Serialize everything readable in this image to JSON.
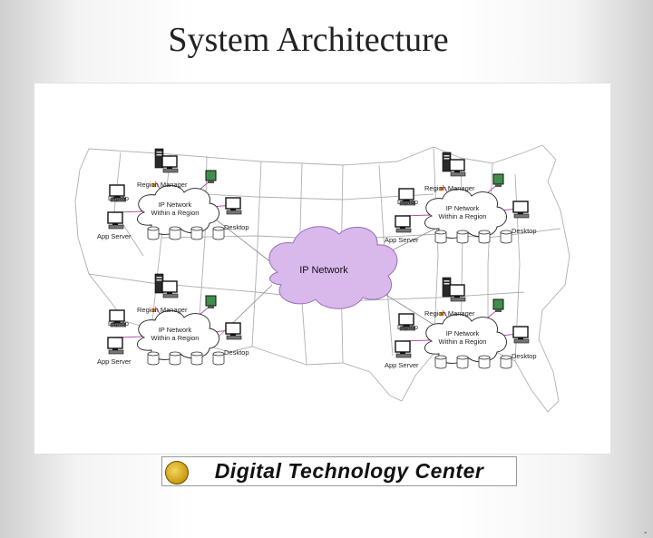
{
  "slide": {
    "title": "System Architecture",
    "footnote": "-"
  },
  "central_network": {
    "label": "IP Network"
  },
  "regions": [
    {
      "labels": {
        "manager": "Region Manager",
        "laptop": "Laptop",
        "network": [
          "IP Network",
          "Within a Region"
        ],
        "desktop": "Desktop",
        "server": "App Server"
      }
    },
    {
      "labels": {
        "manager": "Region Manager",
        "laptop": "Laptop",
        "network": [
          "IP Network",
          "Within a Region"
        ],
        "desktop": "Desktop",
        "server": "App Server"
      }
    },
    {
      "labels": {
        "manager": "Region Manager",
        "laptop": "Laptop",
        "network": [
          "IP Network",
          "Within a Region"
        ],
        "desktop": "Desktop",
        "server": "App Server"
      }
    },
    {
      "labels": {
        "manager": "Region Manager",
        "laptop": "Laptop",
        "network": [
          "IP Network",
          "Within a Region"
        ],
        "desktop": "Desktop",
        "server": "App Server"
      }
    }
  ],
  "logo": {
    "text": "Digital Technology Center"
  },
  "colors": {
    "network_fill": "#d9b8ec",
    "network_stroke": "#9a6fb8",
    "link": "#b04fb0",
    "manager_link": "#e08a1a",
    "map_line": "#b0b0b0"
  }
}
